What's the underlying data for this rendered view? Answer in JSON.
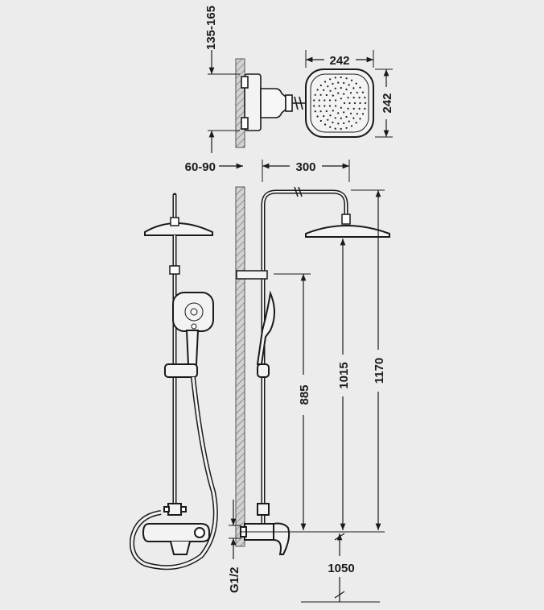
{
  "dimensions": {
    "outlet_spacing": "135-165",
    "head_width": "242",
    "head_depth": "242",
    "wall_offset": "60-90",
    "arm_reach": "300",
    "height_bar_bracket": "885",
    "height_shower_head": "1015",
    "height_top": "1170",
    "mixer_height": "1050",
    "thread": "G1/2"
  },
  "colors": {
    "background": "#ececed",
    "line": "#1a1a1a",
    "wall_fill": "#a9a9a9"
  }
}
